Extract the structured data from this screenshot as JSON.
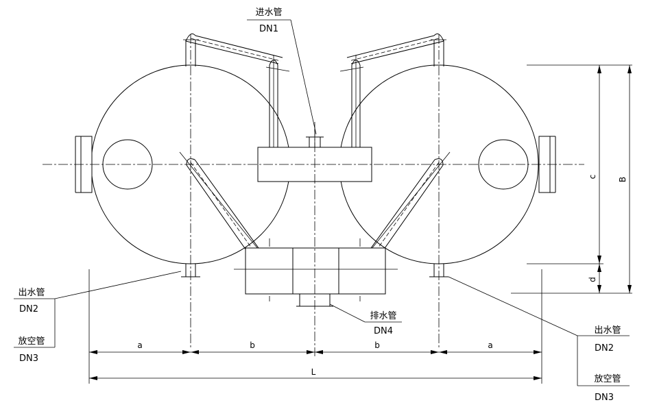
{
  "labels": {
    "inlet": {
      "name": "进水管",
      "size": "DN1"
    },
    "drain": {
      "name": "排水管",
      "size": "DN4"
    },
    "outlet_left": {
      "name": "出水管",
      "size": "DN2"
    },
    "vent_left": {
      "name": "放空管",
      "size": "DN3"
    },
    "outlet_right": {
      "name": "出水管",
      "size": "DN2"
    },
    "vent_right": {
      "name": "放空管",
      "size": "DN3"
    }
  },
  "dimensions": {
    "a_left": "a",
    "b_left": "b",
    "b_right": "b",
    "a_right": "a",
    "total": "L",
    "c": "c",
    "d": "d",
    "height": "B"
  }
}
